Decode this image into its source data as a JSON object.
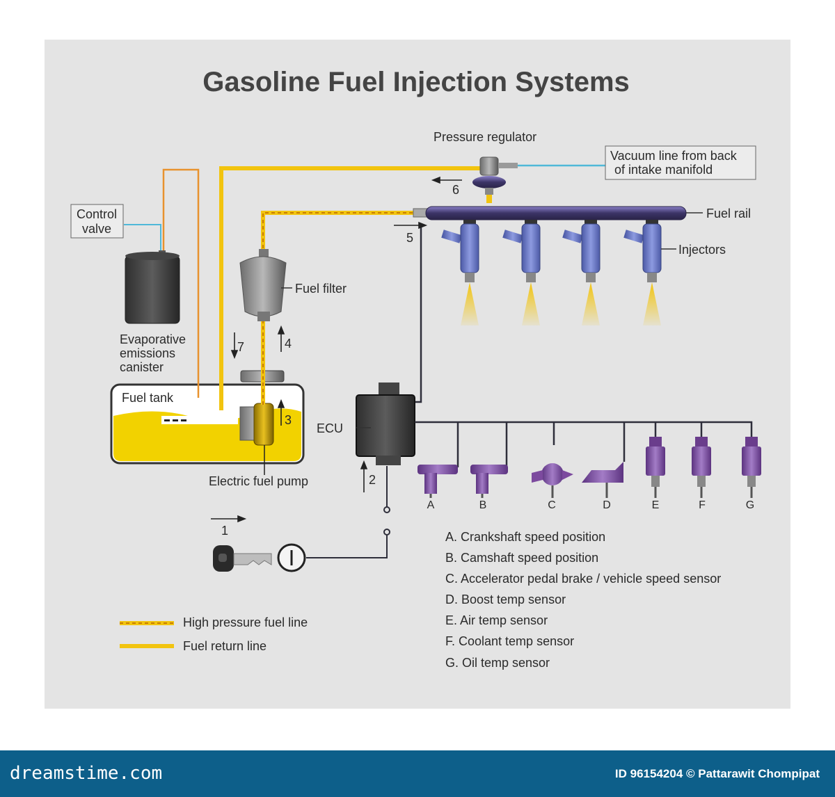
{
  "title": "Gasoline Fuel Injection Systems",
  "components": {
    "pressure_regulator": "Pressure regulator",
    "vacuum_line": [
      "Vacuum line from back",
      "of intake manifold"
    ],
    "fuel_rail": "Fuel rail",
    "injectors": "Injectors",
    "control_valve": [
      "Control",
      "valve"
    ],
    "evap_canister": [
      "Evaporative",
      "emissions",
      "canister"
    ],
    "fuel_filter": "Fuel filter",
    "fuel_tank": "Fuel tank",
    "electric_fuel_pump": "Electric fuel pump",
    "ecu": "ECU"
  },
  "flow_steps": [
    "1",
    "2",
    "3",
    "4",
    "5",
    "6",
    "7"
  ],
  "sensor_letters": [
    "A",
    "B",
    "C",
    "D",
    "E",
    "F",
    "G"
  ],
  "sensor_key": [
    "A.  Crankshaft speed position",
    "B.  Camshaft speed position",
    "C.  Accelerator pedal brake / vehicle speed sensor",
    "D.  Boost temp sensor",
    "E.  Air temp sensor",
    "F.  Coolant temp sensor",
    "G. Oil temp sensor"
  ],
  "legend": {
    "high_pressure": "High pressure fuel line",
    "fuel_return": "Fuel return line"
  },
  "colors": {
    "fuel_line": "#f2c40f",
    "vacuum_line": "#4fb8d8",
    "evap_line": "#e8922e",
    "injector": "#6a78c0",
    "sensor": "#7c4a9e",
    "wire": "#2e2e3a",
    "footer": "#0d5f8a"
  },
  "footer": {
    "logo": "dreamstime.com",
    "credit": "ID 96154204 © Pattarawit Chompipat"
  }
}
